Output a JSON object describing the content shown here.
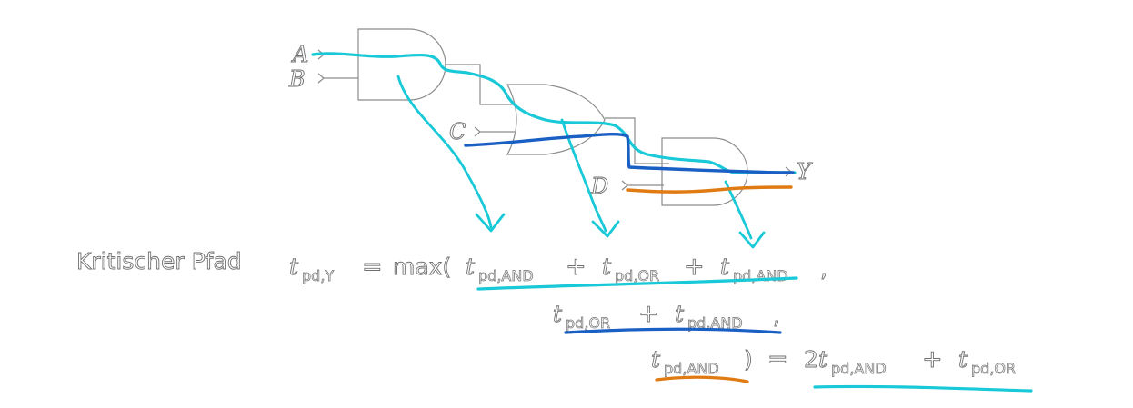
{
  "inputs": {
    "a": "A",
    "b": "B",
    "c": "C",
    "d": "D"
  },
  "output": "Y",
  "formula": {
    "caption": "Kritischer Pfad",
    "t": "t",
    "sub_y": "pd,Y",
    "sub_and": "pd,AND",
    "sub_or": "pd,OR",
    "eq": "=",
    "max": "max(",
    "plus": "+",
    "comma": ",",
    "close": ")",
    "two": "2"
  },
  "colors": {
    "gate_outline": "#8c8c8c",
    "path_cyan": "#19c9d8",
    "path_blue": "#1a5fc4",
    "path_orange": "#e07b14"
  }
}
